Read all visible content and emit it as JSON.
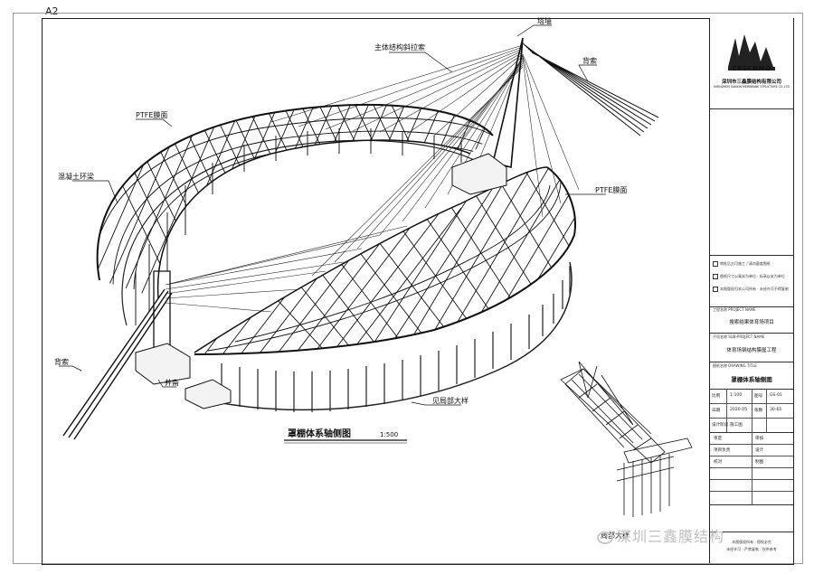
{
  "sheet_size": "A2",
  "labels": {
    "pylon": "塔墙",
    "main_cable": "主体结构斜拉索",
    "back_cable_top": "背索",
    "ptfe_left": "PTFE膜面",
    "concrete_ring": "混凝土环梁",
    "ptfe_right": "PTFE膜面",
    "back_cable_bottom": "背索",
    "base": "井斋",
    "opening": "见局部大样"
  },
  "main_title": "罩棚体系轴侧图",
  "main_scale": "1:500",
  "detail_title": "局部大样",
  "title_block": {
    "company_cn": "深圳市三鑫膜结构有限公司",
    "company_en": "SHENZHEN SANXIN MEMBRANE STRUCTURE CO.,LTD",
    "logo_text": "CRSCNMO",
    "notes": [
      "审批后方可施工 / 请勿量度图纸",
      "图纸尺寸以毫米为单位 · 标高以米为单位",
      "本图版权归本公司所有 · 未经许可不得复制"
    ],
    "project_label": "工程名称 PROJECT NAME",
    "project_name": "搜索结果体育场项目",
    "subproject_label": "子项名称 SUB-PROJECT NAME",
    "subproject_name": "体育场钢结构膜屋工程",
    "drawing_label": "图纸名称 DRAWING TITLE",
    "drawing_name": "罩棚体系轴侧图",
    "scale_label": "比例",
    "scale_value": "1:100",
    "number_label": "图号",
    "number_value": "GS-01",
    "date_label": "日期",
    "date_value": "2020.05",
    "sheet_label": "张数",
    "sheet_value": "30-65",
    "stage_label": "设计阶段",
    "stage_value": "施工图",
    "roles": [
      "审定",
      "审核",
      "项目负责",
      "设计",
      "校对",
      "制图"
    ],
    "footer_line1": "本图版权所有 · 侵权必究",
    "footer_line2": "未经许可 · 严禁复制 · 仅供参考"
  },
  "watermark": "深圳三鑫膜结构"
}
